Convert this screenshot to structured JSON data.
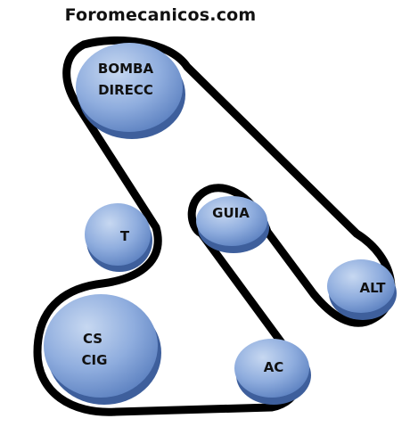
{
  "header": {
    "site_title": "Foromecanicos.com"
  },
  "diagram": {
    "pulleys": [
      {
        "id": "bomba-direcc",
        "lines": [
          "BOMBA",
          "DIRECC"
        ]
      },
      {
        "id": "tensor",
        "lines": [
          "T"
        ]
      },
      {
        "id": "guia",
        "lines": [
          "GUIA"
        ]
      },
      {
        "id": "alt",
        "lines": [
          "ALT"
        ]
      },
      {
        "id": "cs-cig",
        "lines": [
          "CS",
          "CIG"
        ]
      },
      {
        "id": "ac",
        "lines": [
          "AC"
        ]
      }
    ],
    "colors": {
      "belt": "#000000",
      "pulley_light": "#b9cdec",
      "pulley_mid": "#7a9bd2",
      "pulley_edge": "#4a6fb0",
      "label": "#111111"
    }
  }
}
